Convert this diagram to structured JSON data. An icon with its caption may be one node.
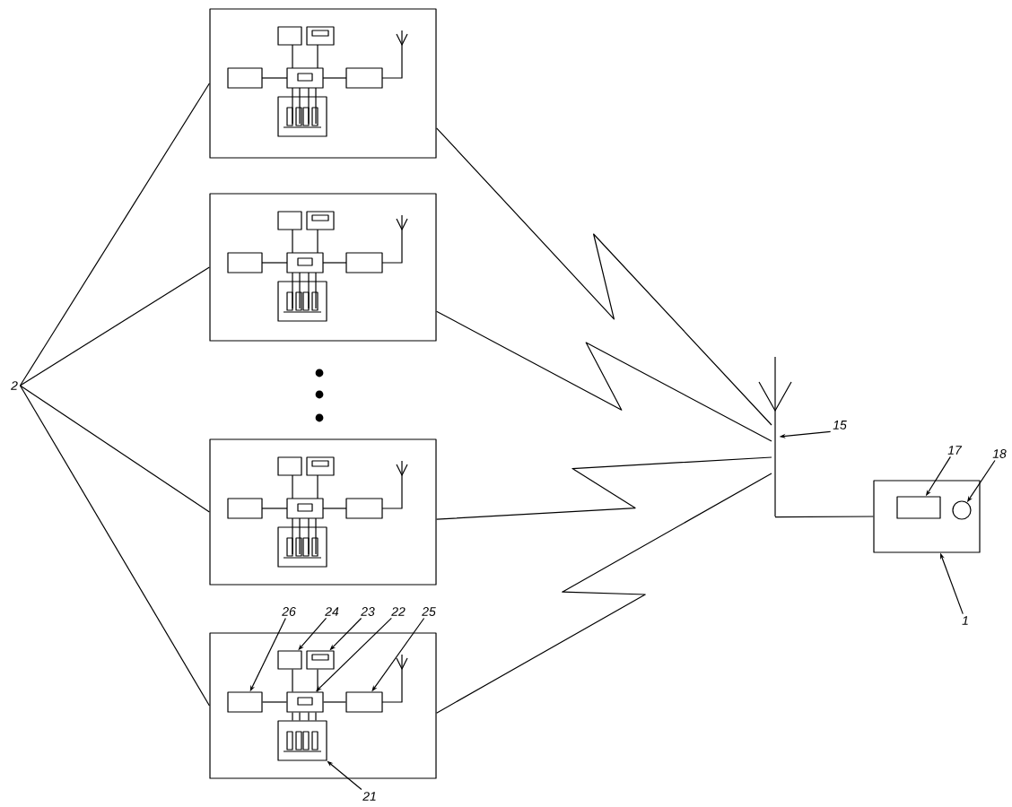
{
  "diagram": {
    "nodes": [
      {
        "text": [
          "2"
        ]
      },
      {
        "text": [],
        "shape": "box"
      },
      {
        "text": [],
        "shape": "box"
      },
      {
        "text": [],
        "shape": "box"
      },
      {
        "text": [],
        "shape": "box"
      },
      {
        "text": [
          "26"
        ]
      },
      {
        "text": [
          "24"
        ]
      },
      {
        "text": [
          "23"
        ]
      },
      {
        "text": [
          "22"
        ]
      },
      {
        "text": [
          "25"
        ]
      },
      {
        "text": [],
        "shape": "box",
        "in": 4
      },
      {
        "text": [],
        "shape": "box",
        "in": 4
      },
      {
        "text": [],
        "shape": "display",
        "in": 4
      },
      {
        "text": [],
        "shape": "display",
        "in": 4
      },
      {
        "text": [],
        "shape": "box",
        "in": 4
      },
      {
        "text": [
          "21"
        ]
      },
      {
        "text": [],
        "shape": "socket",
        "in": 4
      },
      {
        "text": [],
        "shape": "antenna"
      },
      {
        "text": [
          "15"
        ]
      },
      {
        "text": [
          "17"
        ]
      },
      {
        "text": [
          "18"
        ]
      },
      {
        "text": [],
        "shape": "box"
      },
      {
        "text": [],
        "shape": "box",
        "in": 21
      },
      {
        "text": [],
        "shape": "circle",
        "in": 21
      },
      {
        "text": [
          "1"
        ]
      }
    ],
    "edges": [
      {
        "from": 0,
        "to": 1,
        "arrow": "none"
      },
      {
        "from": 0,
        "to": 2,
        "arrow": "none"
      },
      {
        "from": 0,
        "to": 3,
        "arrow": "none"
      },
      {
        "from": 0,
        "to": 4,
        "arrow": "none"
      },
      {
        "from": 5,
        "to": 10,
        "arrow": "to"
      },
      {
        "from": 6,
        "to": 11,
        "arrow": "to"
      },
      {
        "from": 7,
        "to": 12,
        "arrow": "to"
      },
      {
        "from": 8,
        "to": 13,
        "arrow": "to"
      },
      {
        "from": 9,
        "to": 14,
        "arrow": "to"
      },
      {
        "from": 15,
        "to": 16,
        "arrow": "to"
      },
      {
        "from": 10,
        "to": 13,
        "arrow": "none"
      },
      {
        "from": 13,
        "to": 14,
        "arrow": "none"
      },
      {
        "from": 13,
        "to": 11,
        "arrow": "none"
      },
      {
        "from": 13,
        "to": 12,
        "arrow": "none"
      },
      {
        "from": 13,
        "to": 16,
        "arrow": "none"
      },
      {
        "from": 1,
        "to": 17,
        "arrow": "none"
      },
      {
        "from": 2,
        "to": 17,
        "arrow": "none"
      },
      {
        "from": 3,
        "to": 17,
        "arrow": "none"
      },
      {
        "from": 4,
        "to": 17,
        "arrow": "none"
      },
      {
        "from": 17,
        "to": 21,
        "arrow": "none"
      },
      {
        "from": 18,
        "to": 17,
        "arrow": "to"
      },
      {
        "from": 19,
        "to": 22,
        "arrow": "to"
      },
      {
        "from": 20,
        "to": 23,
        "arrow": "to"
      },
      {
        "from": 24,
        "to": 21,
        "arrow": "to"
      }
    ]
  }
}
